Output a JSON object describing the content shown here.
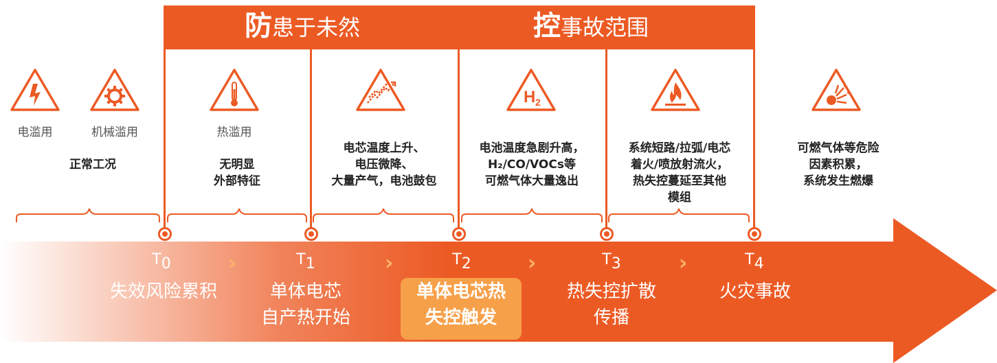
{
  "banner": {
    "left_big": "防",
    "left_rest": "患于未然",
    "right_big": "控",
    "right_rest": "事故范围"
  },
  "icons": [
    {
      "name": "electric-abuse-icon",
      "label": "电滥用"
    },
    {
      "name": "mechanical-abuse-icon",
      "label": "机械滥用"
    },
    {
      "name": "thermal-abuse-icon",
      "label": "热滥用"
    },
    {
      "name": "temperature-rise-icon",
      "label": ""
    },
    {
      "name": "hydrogen-icon",
      "label": "",
      "text": "H2"
    },
    {
      "name": "fire-icon",
      "label": ""
    },
    {
      "name": "explosion-icon",
      "label": ""
    }
  ],
  "descriptions": {
    "normal": "正常工况",
    "t0": [
      "无明显",
      "外部特征"
    ],
    "t1": [
      "电芯温度上升、",
      "电压微降、",
      "大量产气，电池鼓包"
    ],
    "t2": [
      "电池温度急剧升高，",
      "H₂/CO/VOCs等",
      "可燃气体大量逸出"
    ],
    "t3": [
      "系统短路/拉弧/电芯",
      "着火/喷放射流火，",
      "热失控蔓延至其他",
      "模组"
    ],
    "t4": [
      "可燃气体等危险",
      "因素积累，",
      "系统发生燃爆"
    ]
  },
  "stages": [
    {
      "t": "T",
      "sub": "0",
      "line1": "失效风险累积",
      "line2": ""
    },
    {
      "t": "T",
      "sub": "1",
      "line1": "单体电芯",
      "line2": "自产热开始"
    },
    {
      "t": "T",
      "sub": "2",
      "line1": "单体电芯热",
      "line2": "失控触发"
    },
    {
      "t": "T",
      "sub": "3",
      "line1": "热失控扩散",
      "line2": "传播"
    },
    {
      "t": "T",
      "sub": "4",
      "line1": "火灾事故",
      "line2": ""
    }
  ],
  "colors": {
    "accent": "#ec5a24",
    "highlight": "#f7a04a",
    "chevron": "#fbb36a"
  }
}
